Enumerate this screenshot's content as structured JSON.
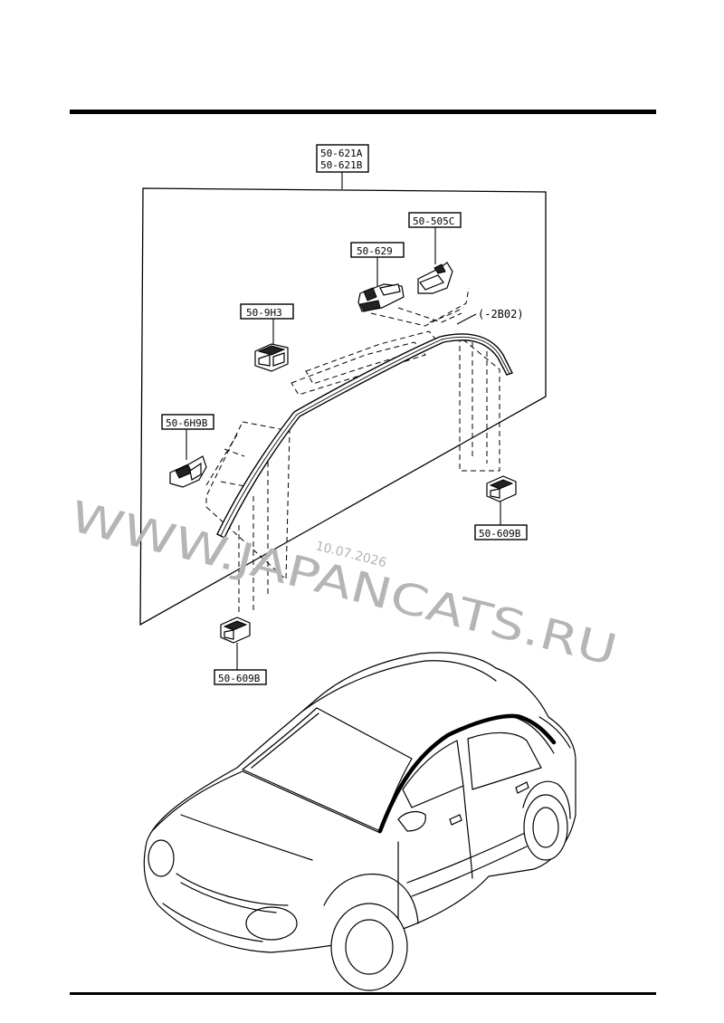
{
  "callouts": {
    "main_a": "50-621A",
    "main_b": "50-621B",
    "clip_505c": "50-505C",
    "clip_629": "50-629",
    "clip_9h3": "50-9H3",
    "clip_6h9b": "50-6H9B",
    "clip_609b_right": "50-609B",
    "clip_609b_left": "50-609B"
  },
  "reference": "(-2B02)",
  "watermark": {
    "site": "WWW.JAPANCATS.RU",
    "date": "10.07.2026"
  },
  "colors": {
    "line": "#000000",
    "watermark": "#b5b5b5",
    "background": "#ffffff"
  }
}
